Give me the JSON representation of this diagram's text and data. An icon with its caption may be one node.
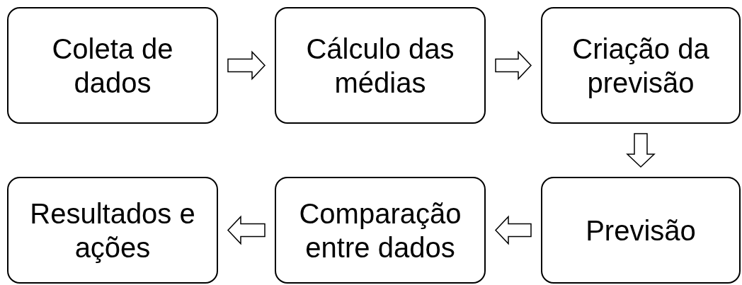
{
  "diagram": {
    "nodes": [
      {
        "text": [
          "Coleta de dados"
        ]
      },
      {
        "text": [
          "Cálculo das médias"
        ]
      },
      {
        "text": [
          "Criação da previsão"
        ]
      },
      {
        "text": [
          "Previsão"
        ]
      },
      {
        "text": [
          "Comparação entre dados"
        ]
      },
      {
        "text": [
          "Resultados e ações"
        ]
      }
    ],
    "edges": [
      {
        "from": 0,
        "to": 1,
        "arrow": "to"
      },
      {
        "from": 1,
        "to": 2,
        "arrow": "to"
      },
      {
        "from": 2,
        "to": 3,
        "arrow": "to"
      },
      {
        "from": 3,
        "to": 4,
        "arrow": "to"
      },
      {
        "from": 4,
        "to": 5,
        "arrow": "to"
      }
    ]
  }
}
